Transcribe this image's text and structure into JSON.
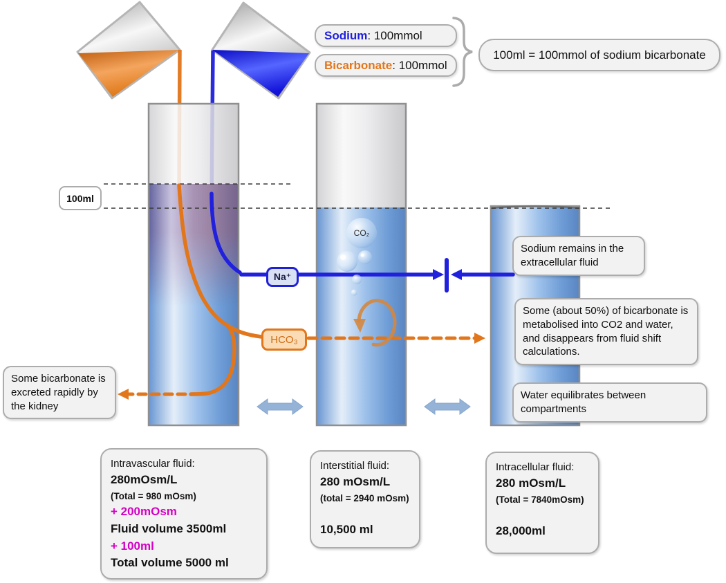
{
  "title_area": {
    "sodium_tag": {
      "term": "Sodium",
      "rest": ": 100mmol"
    },
    "bicarbonate_tag": {
      "term": "Bicarbonate",
      "rest": ": 100mmol"
    },
    "equivalence_note": "100ml =  100mmol of sodium bicarbonate"
  },
  "markers": {
    "volume_100ml": "100ml",
    "sodium_ion": "Na⁺",
    "bicarbonate_ion": "HCO₃",
    "co2_gas": "CO₂"
  },
  "callouts": {
    "kidney_excretion": "Some bicarbonate is excreted rapidly by the kidney",
    "sodium_remains": "Sodium remains in the extracellular fluid",
    "bicarbonate_metabolised": "Some (about 50%) of bicarbonate is metabolised into CO2 and water, and disappears from fluid shift calculations.",
    "water_equilibrates": "Water equilibrates between compartments"
  },
  "compartments": [
    {
      "title": "Intravascular fluid:",
      "osmolarity": "280mOsm/L",
      "osm_total": "(Total = 980 mOsm)",
      "osm_added": "+ 200mOsm",
      "fluid_volume": "Fluid volume 3500ml",
      "volume_added": "+ 100ml",
      "total_volume": "Total volume 5000 ml"
    },
    {
      "title": "Interstitial fluid:",
      "osmolarity": "280 mOsm/L",
      "osm_total": "(total = 2940 mOsm)",
      "volume": "10,500 ml"
    },
    {
      "title": "Intracellular fluid:",
      "osmolarity": "280 mOsm/L",
      "osm_total": "(Total = 7840mOsm)",
      "volume": "28,000ml"
    }
  ],
  "colors": {
    "sodium_blue": "#2020DD",
    "bicarbonate_orange": "#E2761B",
    "highlight_magenta": "#D400C4",
    "exchange_arrow_blue": "#95B3D7"
  }
}
